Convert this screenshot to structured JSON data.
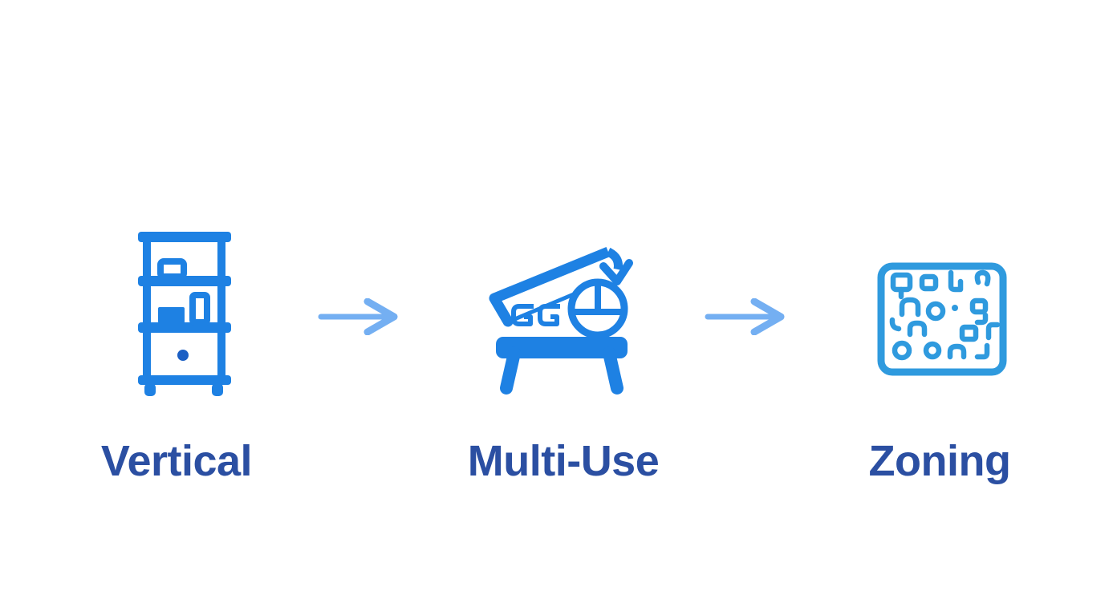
{
  "diagram": {
    "kind": "three-step concept flow",
    "steps": [
      {
        "id": "vertical",
        "label": "Vertical",
        "icon": "shelf-storage-icon"
      },
      {
        "id": "multi-use",
        "label": "Multi-Use",
        "icon": "convertible-table-icon"
      },
      {
        "id": "zoning",
        "label": "Zoning",
        "icon": "zoning-map-icon"
      }
    ],
    "connectors": [
      {
        "icon": "arrow-right-icon"
      },
      {
        "icon": "arrow-right-icon"
      }
    ],
    "palette": {
      "primary_icon_blue": "#1e81e3",
      "knob_dark_blue": "#1b5fc4",
      "zoning_icon_blue": "#2f9ade",
      "arrow_blue": "#74aff2",
      "label_navy": "#2b4fa2",
      "background": "#ffffff"
    }
  }
}
